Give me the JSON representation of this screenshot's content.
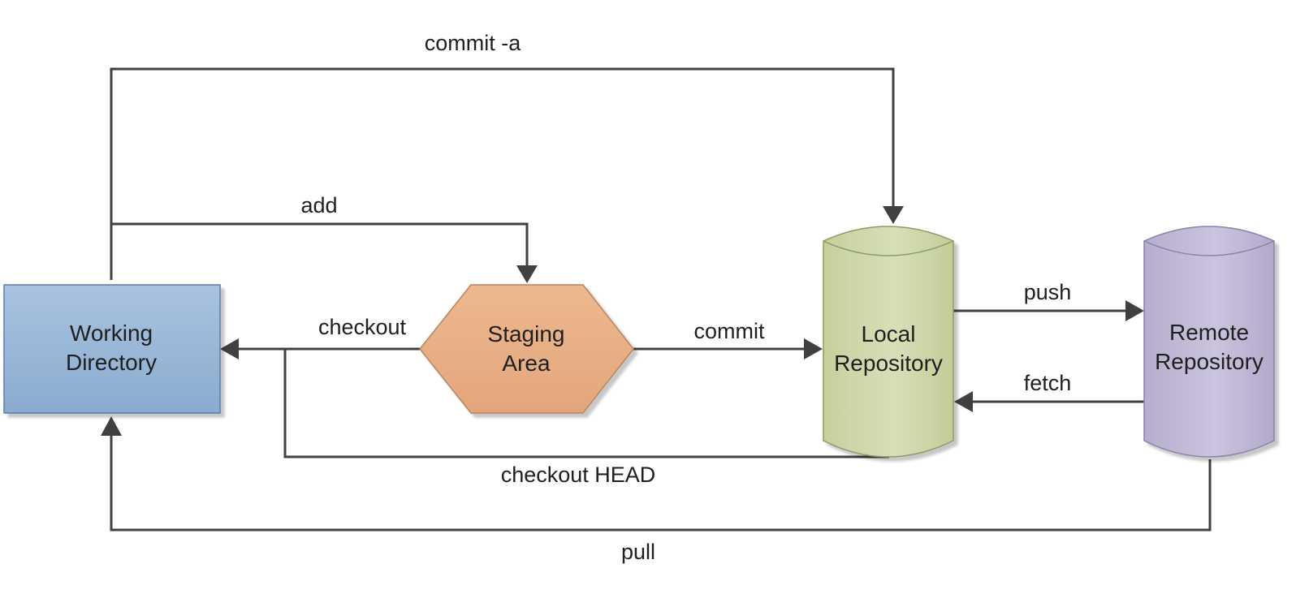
{
  "nodes": {
    "working_directory": {
      "line1": "Working",
      "line2": "Directory"
    },
    "staging_area": {
      "line1": "Staging",
      "line2": "Area"
    },
    "local_repository": {
      "line1": "Local",
      "line2": "Repository"
    },
    "remote_repository": {
      "line1": "Remote",
      "line2": "Repository"
    }
  },
  "edges": {
    "commit_a": "commit -a",
    "add": "add",
    "checkout": "checkout",
    "commit": "commit",
    "push": "push",
    "fetch": "fetch",
    "checkout_head": "checkout HEAD",
    "pull": "pull"
  },
  "colors": {
    "working_directory_fill": "#8fb0d3",
    "staging_area_fill": "#e7ad84",
    "local_repository_fill": "#c9d3a4",
    "remote_repository_fill": "#bdb5d3",
    "line": "#404040"
  }
}
